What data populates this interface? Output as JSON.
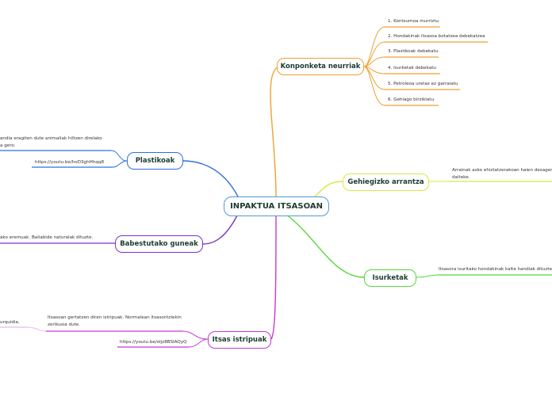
{
  "root": {
    "label": "INPAKTUA ITSASOAN"
  },
  "branches": {
    "konponketa": {
      "label": "Konponketa neurriak",
      "color": "#f0a030",
      "items": [
        "1. Kontsumoa murriztu.",
        "2. Hondakinak itsasoa botatzea debekatzea",
        "3. Plastikoak debekatu.",
        "4. Isurketak debekatu",
        "5. Petroleoa uretaz ez garraiatu",
        "6. Gehiago birziklatu"
      ]
    },
    "plastikoak": {
      "label": "Plastikoak",
      "color": "#2f6fe0",
      "note": "andia eragiten dute animaliak hiltzen direlako a gero.",
      "link": "https://youtu.be/hoD3ghHhqq8"
    },
    "gehiegizko": {
      "label": "Gehiegizko arrantza",
      "color": "#d6e84a",
      "note": "Arrainak asko ehiztatzerakoan haien desagerpena eman daiteke."
    },
    "babestutako": {
      "label": "Babestutako guneak",
      "color": "#7a35c8",
      "note": "ako eremuak. Baliabide naturalak dituzte."
    },
    "isurketak": {
      "label": "Isurketak",
      "color": "#55d83a",
      "note": "Itsasora isuritako hondakinak kalte handiak dituzte."
    },
    "itsas": {
      "label": "Itsas istripuak",
      "color": "#c43ad0",
      "note": "Itsasoan gertatzen diren istripuak. Normalean itsasontziekin zerikusia dute.",
      "side_note": "urquidia.",
      "link": "https://youtu.be/oljz8BSIAQyQ"
    }
  }
}
